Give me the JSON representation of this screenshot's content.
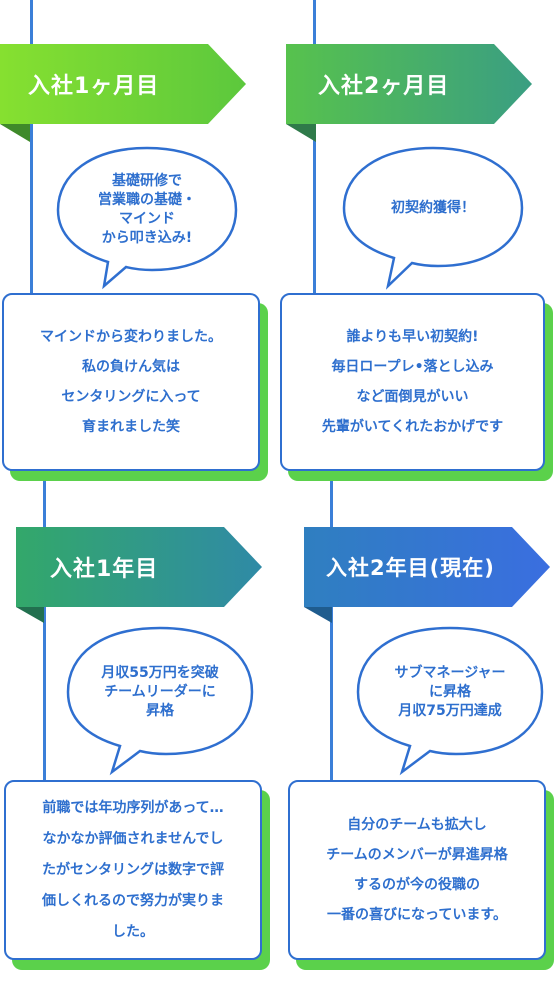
{
  "steps": [
    {
      "title": "入社1ヶ月目",
      "bubble": "基礎研修で\n営業職の基礎・\nマインド\nから叩き込み!",
      "card": "マインドから変わりました。\n私の負けん気は\nセンタリングに入って\n育まれました笑"
    },
    {
      "title": "入社2ヶ月目",
      "bubble": "初契約獲得！",
      "card": "誰よりも早い初契約!\n毎日ロープレ•落とし込み\nなど面倒見がいい\n先輩がいてくれたおかげです"
    },
    {
      "title": "入社1年目",
      "bubble": "月収55万円を突破\nチームリーダーに\n昇格",
      "card": "前職では年功序列があって…\nなかなか評価されませんでし\nたがセンタリングは数字で評\n価しくれるので努力が実りま\nした。"
    },
    {
      "title": "入社2年目(現在)",
      "bubble": "サブマネージャー\nに昇格\n月収75万円達成",
      "card": "自分のチームも拡大し\nチームのメンバーが昇進昇格\nするのが今の役職の\n一番の喜びになっています。"
    }
  ],
  "colors": {
    "line": "#3b7fd8",
    "text": "#2e6fce",
    "card_border": "#2f6fd0",
    "card_shadow": "#5bd14b",
    "banner1": [
      "#86e030",
      "#5cc83d"
    ],
    "banner2": [
      "#57c24d",
      "#3a9e82"
    ],
    "banner3": [
      "#33a86a",
      "#2f8aa6"
    ],
    "banner4": [
      "#2f7fc0",
      "#3a6ee0"
    ]
  }
}
